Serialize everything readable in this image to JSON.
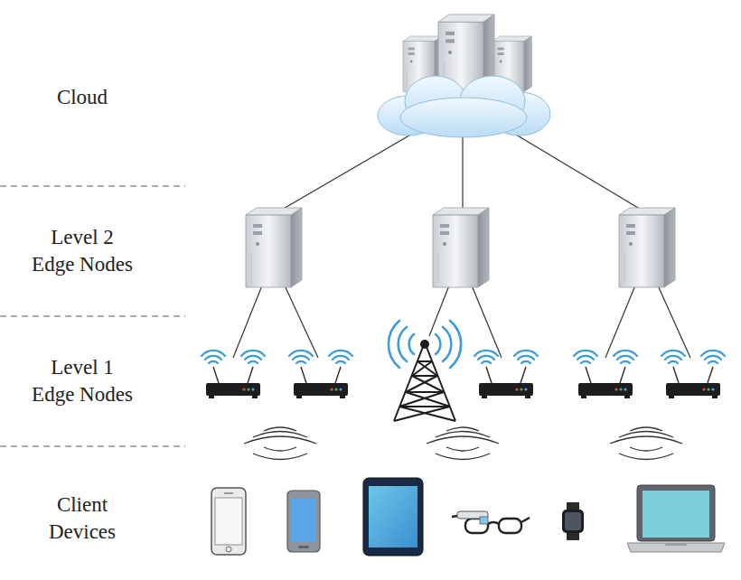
{
  "diagram": {
    "labels": [
      "Cloud",
      "Level 2 Edge Nodes",
      "Level 1 Edge Nodes",
      "Client Devices"
    ]
  }
}
